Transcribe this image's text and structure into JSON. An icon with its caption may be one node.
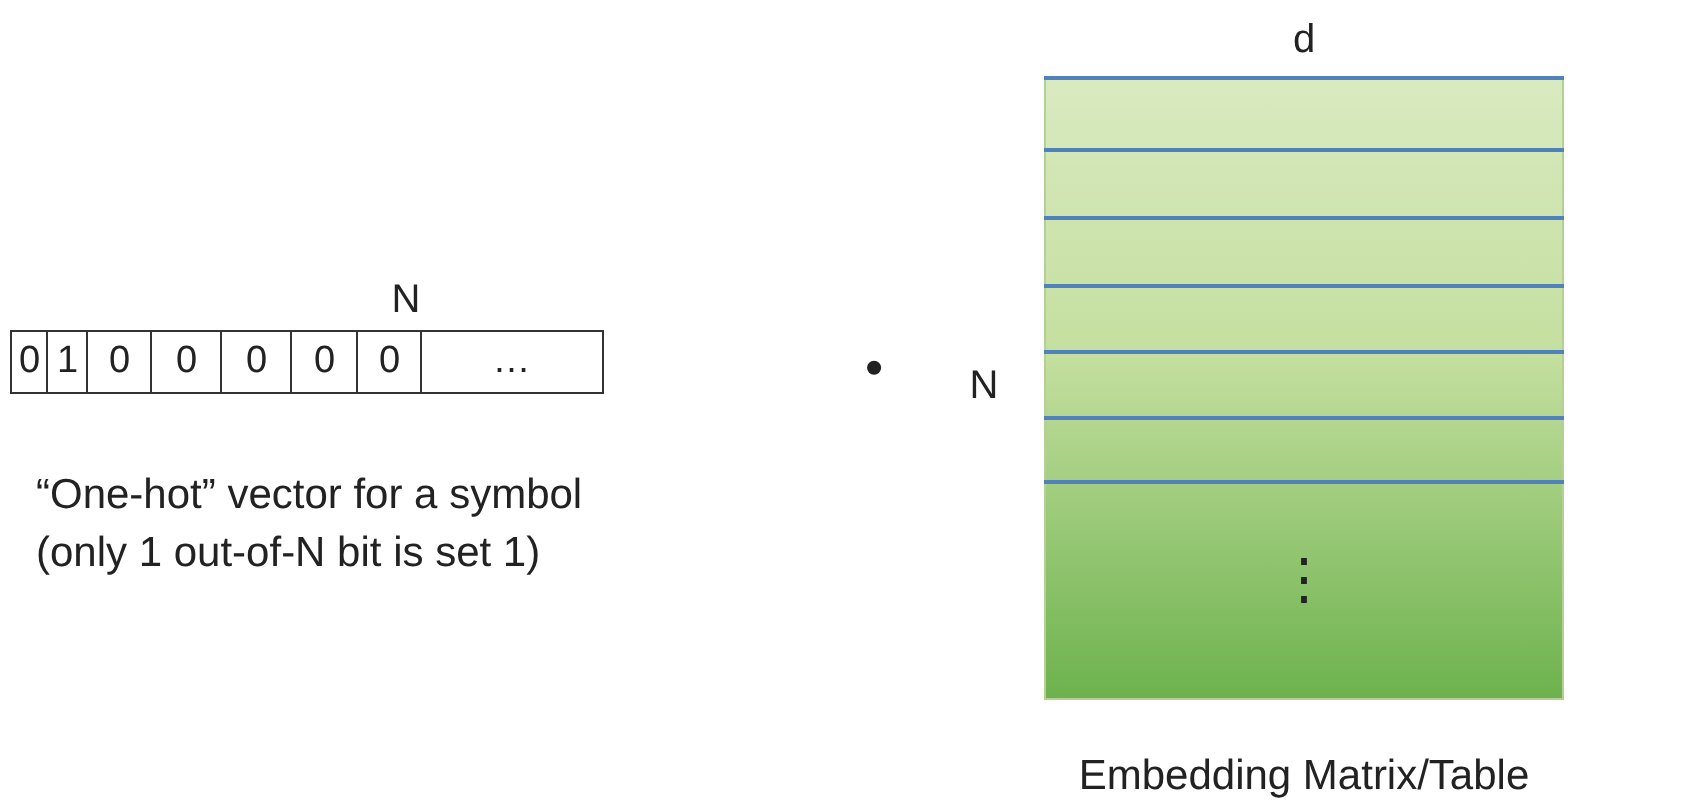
{
  "diagram": {
    "labels": [
      "N",
      "0",
      "1",
      "0",
      "0",
      "0",
      "0",
      "0",
      "…",
      "“One-hot” vector for a symbol (only 1 out-of-N bit is set 1)",
      "•",
      "d",
      "N",
      "⋮",
      "Embedding Matrix/Table"
    ]
  }
}
